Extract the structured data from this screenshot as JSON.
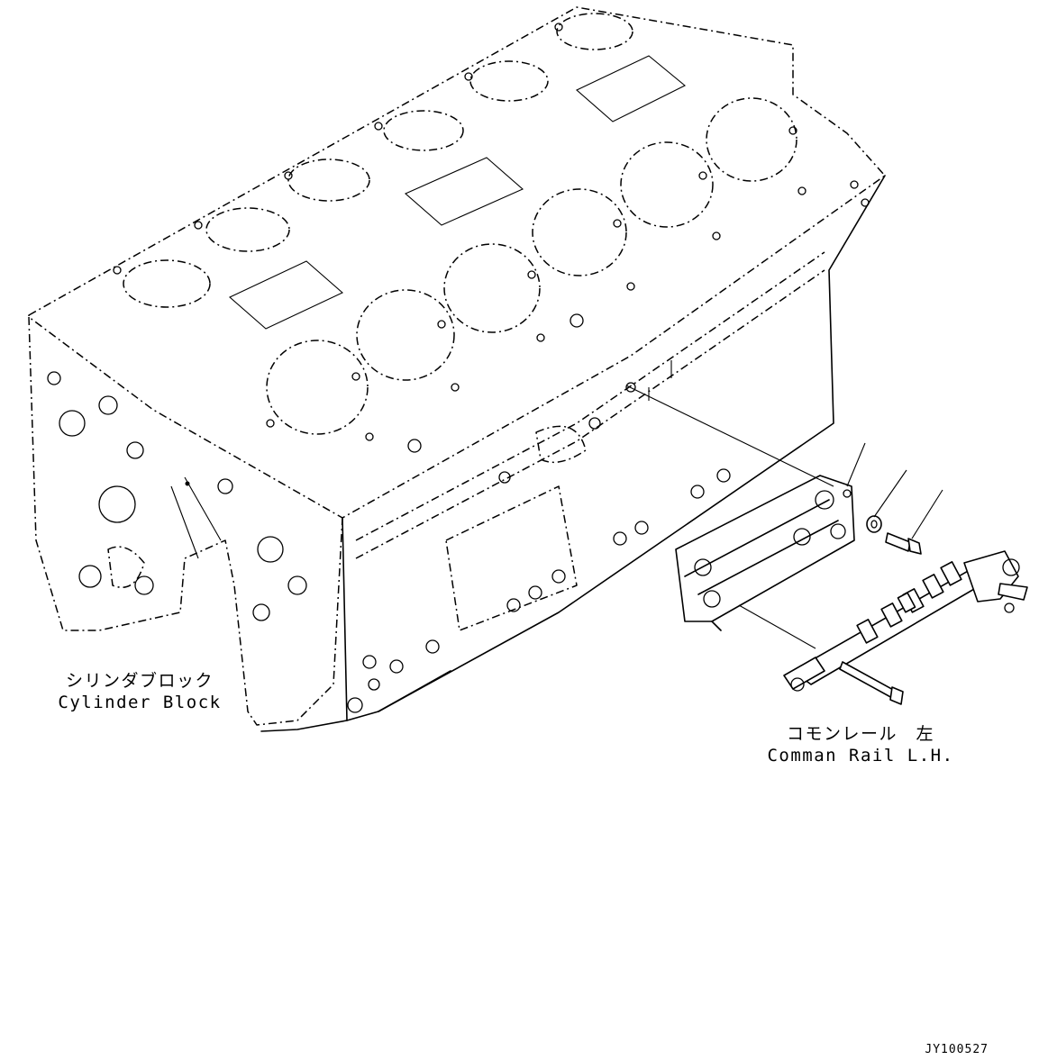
{
  "labels": {
    "cylinder_block_jp": "シリンダブロック",
    "cylinder_block_en": "Cylinder Block",
    "common_rail_jp": "コモンレール　左",
    "common_rail_en": "Comman Rail L.H."
  },
  "drawing_id": "JY100527",
  "colors": {
    "line": "#000000",
    "background": "#ffffff"
  }
}
